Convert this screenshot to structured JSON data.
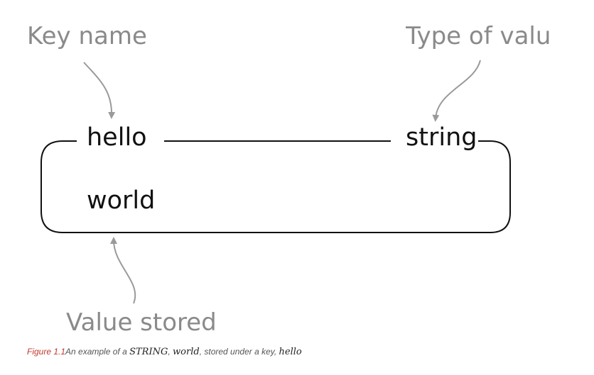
{
  "labels": {
    "key_name": "Key name",
    "type_of_value": "Type of valu",
    "value_stored": "Value stored"
  },
  "entry": {
    "key": "hello",
    "type": "string",
    "value": "world"
  },
  "caption": {
    "figure": "Figure 1.1",
    "text1": "An example of a ",
    "type_term": "STRING",
    "sep1": ", ",
    "value_term": "world",
    "text2": ", stored under a key, ",
    "key_term": "hello"
  },
  "colors": {
    "annotation": "#8a8a8a",
    "arrow": "#9a9a9a",
    "box": "#111111",
    "caption_figure": "#c0392b"
  }
}
